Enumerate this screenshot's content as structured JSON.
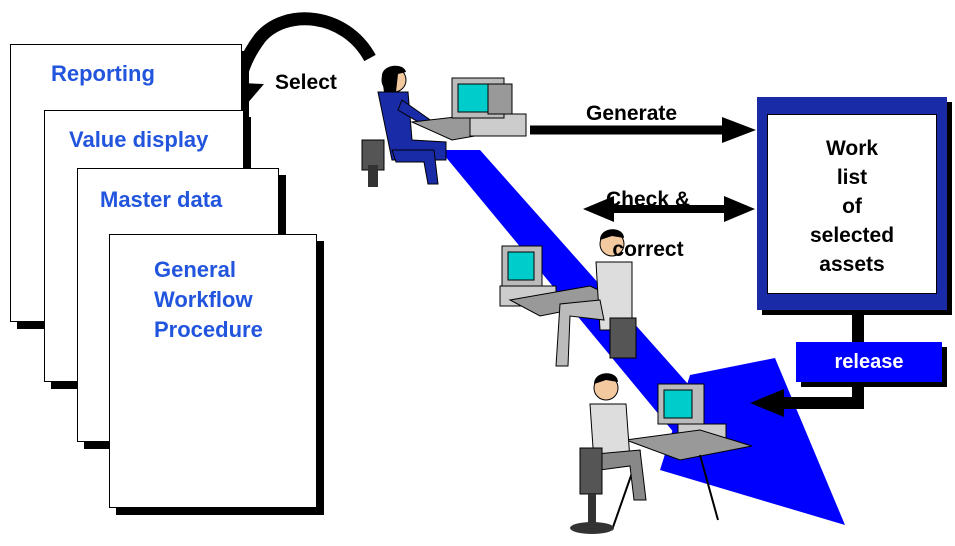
{
  "documents": [
    {
      "title": "Reporting"
    },
    {
      "title": "Value display"
    },
    {
      "title": "Master data"
    },
    {
      "title": "General\nWorkflow\nProcedure"
    }
  ],
  "labels": {
    "select": "Select",
    "generate": "Generate",
    "check_correct": "Check &\ncorrect"
  },
  "worklist": {
    "text": "Work\nlist\nof\nselected\nassets"
  },
  "release": {
    "label": "release"
  },
  "colors": {
    "document_title": "#2255dd",
    "beam": "#0000ff",
    "worklist_frame": "#1a2ba8",
    "release_box": "#0000ff",
    "worker_shirt": "#1a2ba8",
    "monitor_screen": "#00cccc"
  }
}
